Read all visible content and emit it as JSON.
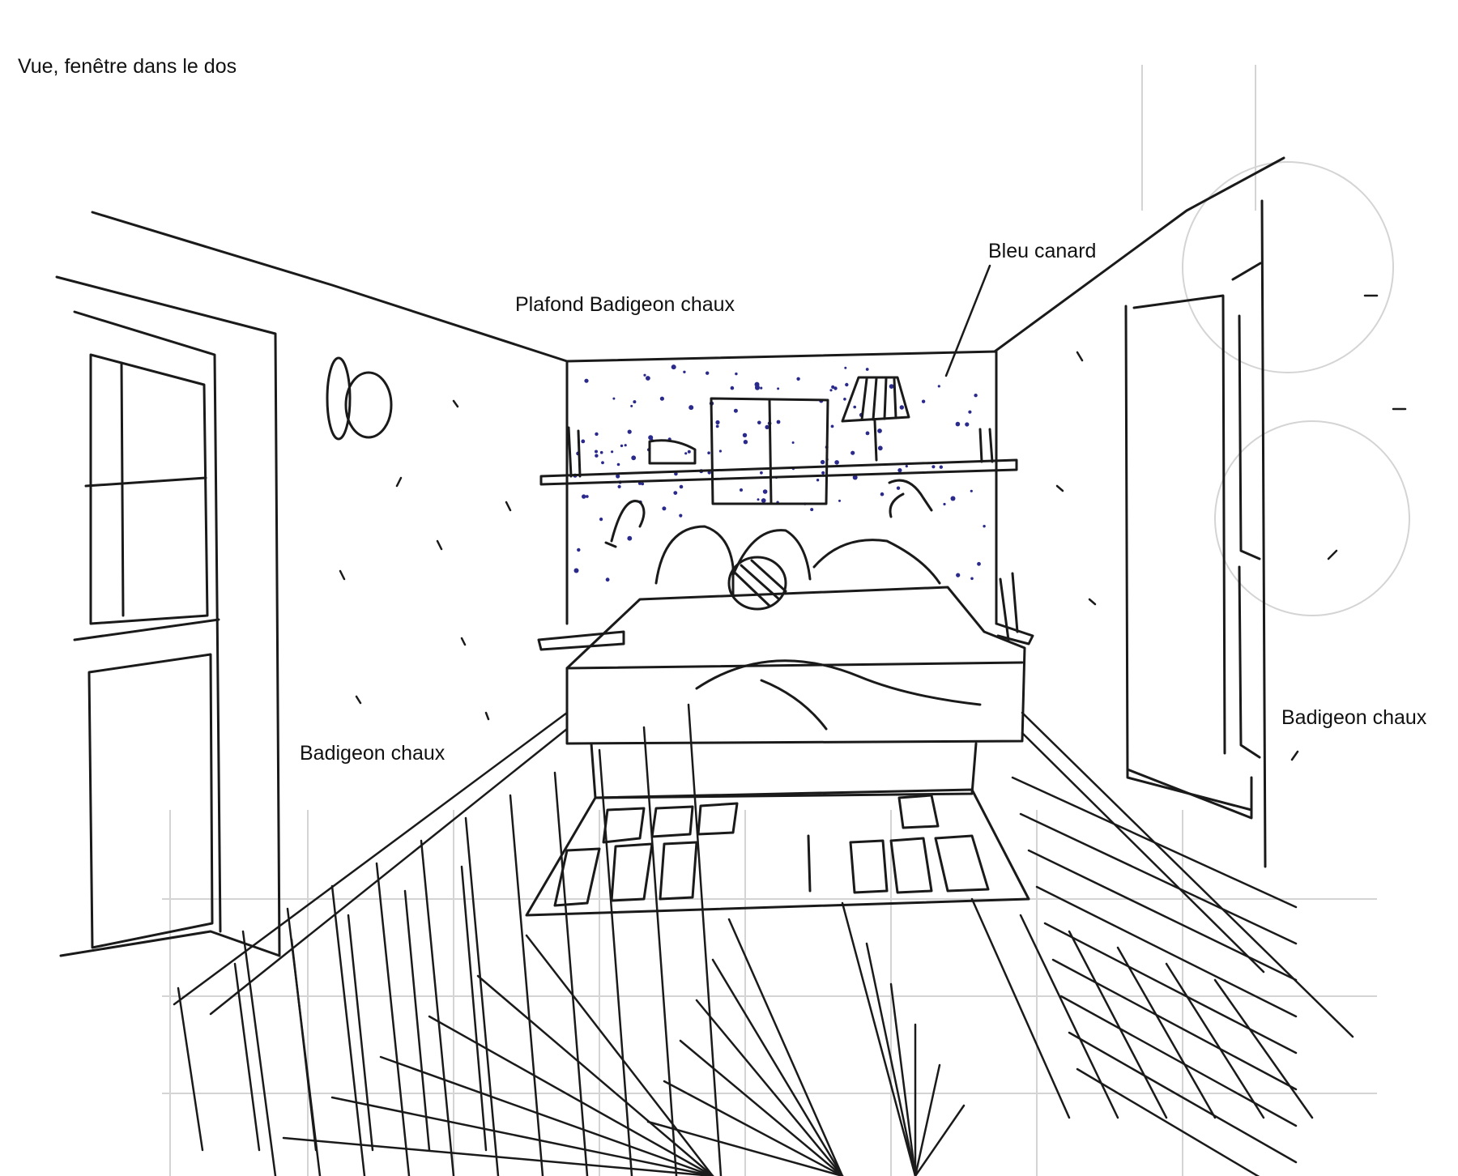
{
  "labels": {
    "view": "Vue, fenêtre dans le dos",
    "ceiling": "Plafond Badigeon chaux",
    "back_wall_color": "Bleu canard",
    "left_wall": "Badigeon chaux",
    "right_wall": "Badigeon chaux"
  },
  "colors": {
    "ink": "#1a1a1a",
    "accent_dots": "#2a2a8c",
    "paper": "#ffffff"
  }
}
